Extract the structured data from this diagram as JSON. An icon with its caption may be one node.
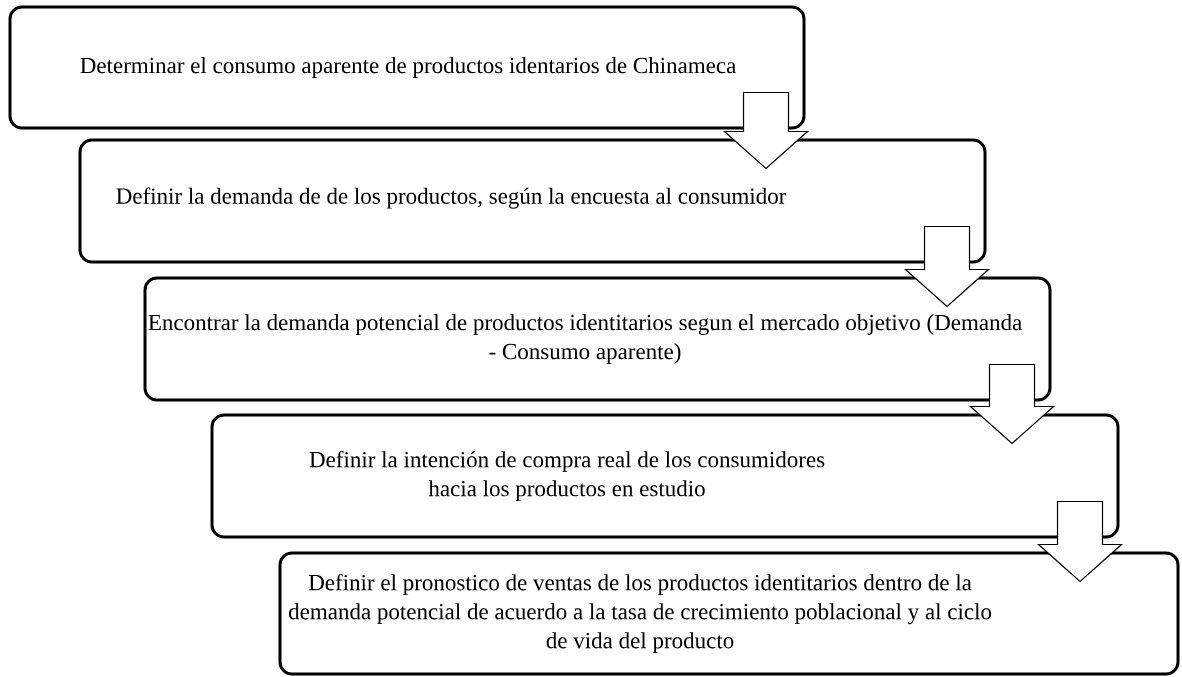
{
  "diagram": {
    "nodes": [
      {
        "text": [
          "Determinar el consumo aparente de productos identarios de Chinameca"
        ]
      },
      {
        "text": [
          "Definir la demanda de de los productos, según la encuesta al consumidor"
        ]
      },
      {
        "text": [
          "Encontrar la demanda potencial de productos identitarios segun el mercado objetivo (Demanda - Consumo aparente)"
        ]
      },
      {
        "text": [
          "Definir la intención de compra real de los consumidores hacia los productos en estudio"
        ]
      },
      {
        "text": [
          "Definir el pronostico de ventas de los productos identitarios dentro de la demanda potencial de acuerdo a la tasa de crecimiento poblacional y al ciclo de vida del producto"
        ]
      }
    ],
    "edges": [
      {
        "from": 0,
        "to": 1,
        "arrow": "to"
      },
      {
        "from": 1,
        "to": 2,
        "arrow": "to"
      },
      {
        "from": 2,
        "to": 3,
        "arrow": "to"
      },
      {
        "from": 3,
        "to": 4,
        "arrow": "to"
      }
    ]
  }
}
